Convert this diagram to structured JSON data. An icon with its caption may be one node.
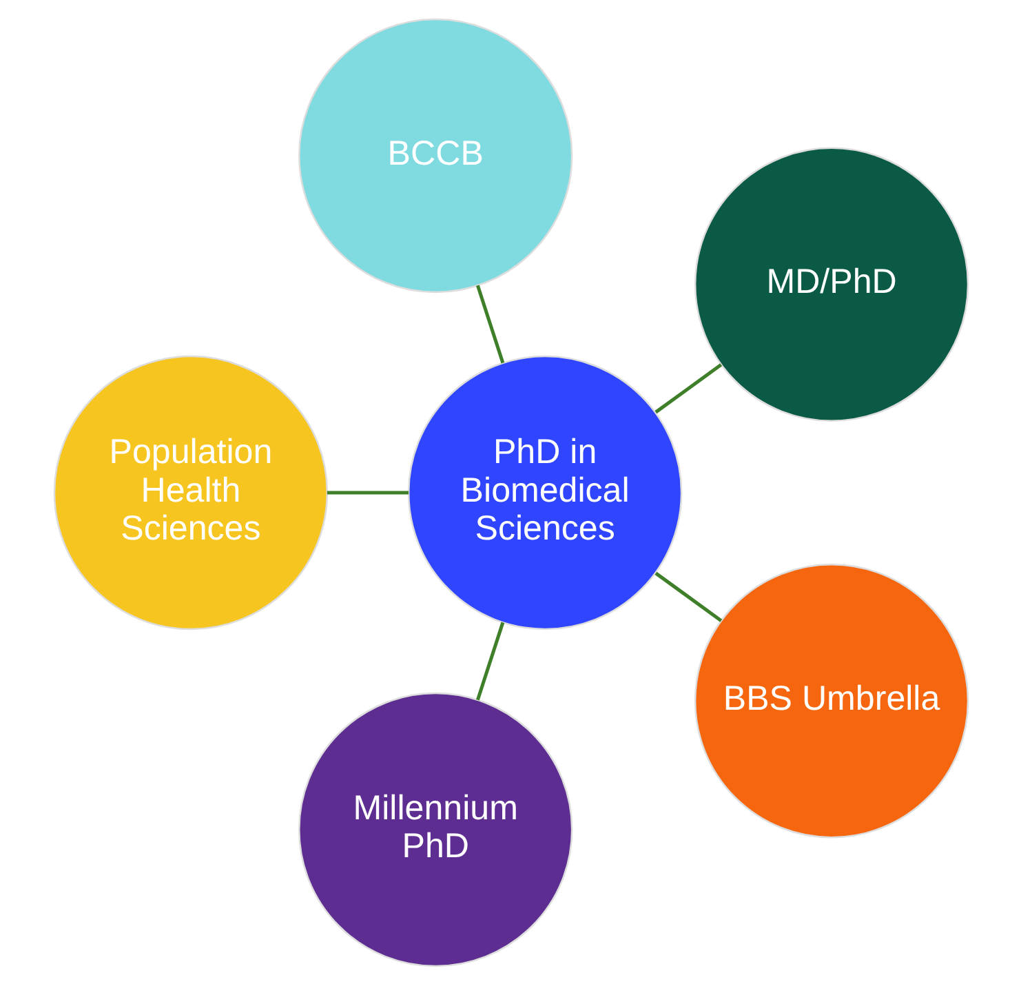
{
  "diagram": {
    "nodes": [
      {
        "text": [
          "MD/PhD"
        ]
      },
      {
        "text": [
          "BCCB"
        ]
      },
      {
        "text": [
          "Population Health Sciences"
        ]
      },
      {
        "text": [
          "PhD in Biomedical Sciences"
        ]
      },
      {
        "text": [
          "Millennium PhD"
        ]
      },
      {
        "text": [
          "BBS Umbrella"
        ]
      }
    ],
    "edges": [
      {
        "from": 3,
        "to": 0,
        "arrow": "none"
      },
      {
        "from": 3,
        "to": 1,
        "arrow": "none"
      },
      {
        "from": 3,
        "to": 2,
        "arrow": "none"
      },
      {
        "from": 3,
        "to": 4,
        "arrow": "none"
      },
      {
        "from": 3,
        "to": 5,
        "arrow": "none"
      }
    ]
  }
}
